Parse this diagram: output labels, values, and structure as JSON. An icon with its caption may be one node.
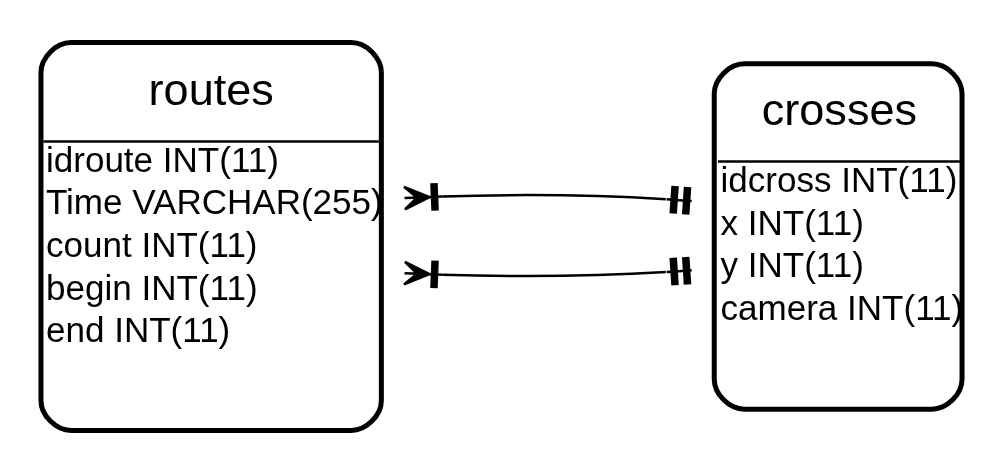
{
  "diagram": {
    "nodes": [
      {
        "text": [
          "routes",
          "idroute INT(11)",
          "Time VARCHAR(255)",
          "count INT(11)",
          "begin INT(11)",
          "end INT(11)"
        ]
      },
      {
        "text": [
          "crosses",
          "idcross INT(11)",
          "x INT(11)",
          "y INT(11)",
          "camera INT(11)"
        ]
      }
    ],
    "edges": [
      {
        "from": 0,
        "to": 1,
        "arrow": "other"
      },
      {
        "from": 0,
        "to": 1,
        "arrow": "other"
      }
    ]
  }
}
